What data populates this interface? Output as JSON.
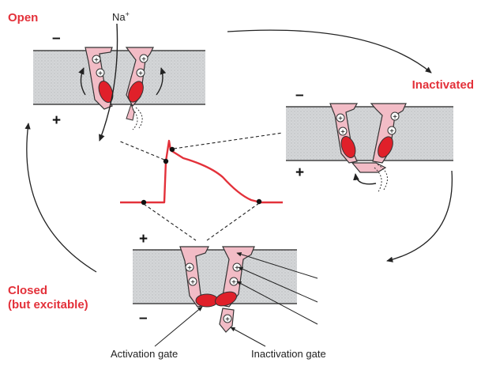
{
  "states": {
    "open": "Open",
    "inactivated": "Inactivated",
    "closed_line1": "Closed",
    "closed_line2": "(but excitable)"
  },
  "ion": {
    "label": "Na",
    "superscript": "+"
  },
  "gates": {
    "activation": "Activation gate",
    "inactivation": "Inactivation gate"
  },
  "charges": {
    "minus": "–",
    "plus": "+",
    "positive": "+"
  },
  "colors": {
    "accent_red": "#e3313a",
    "membrane_fill": "#d2d4d6",
    "protein_fill": "#f2bcc6",
    "gate_red": "#e0202a"
  }
}
